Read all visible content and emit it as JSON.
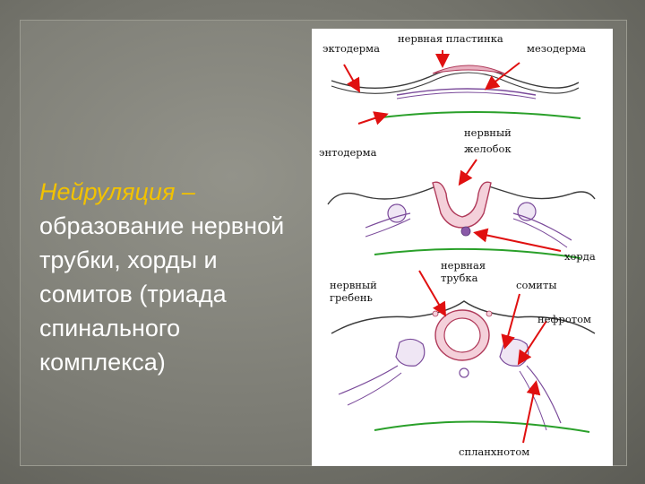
{
  "slide": {
    "heading_term": "Нейруляция",
    "heading_dash": " –",
    "body_lines": [
      "образование нервной",
      "трубки, хорды и",
      "сомитов (триада",
      "спинального",
      "комплекса)"
    ]
  },
  "figure": {
    "labels": {
      "ectoderm": "эктодерма",
      "neural_plate": "нервная пластинка",
      "mesoderm": "мезодерма",
      "endoderm": "энтодерма",
      "neural_groove_1": "нервный",
      "neural_groove_2": "желобок",
      "neural_tube_1": "нервная",
      "neural_tube_2": "трубка",
      "notochord": "хорда",
      "neural_crest_1": "нервный",
      "neural_crest_2": "гребень",
      "somites": "сомиты",
      "nephrotome": "нефротом",
      "splanchnotome": "спланхнотом"
    },
    "colors": {
      "ectoderm_line": "#3a3a3a",
      "neural_tissue": "#b03a5a",
      "mesoderm_line": "#7a4a9a",
      "endoderm_line": "#2aa02a",
      "arrow": "#e01010",
      "notochord_fill": "#8a5aa8"
    }
  }
}
